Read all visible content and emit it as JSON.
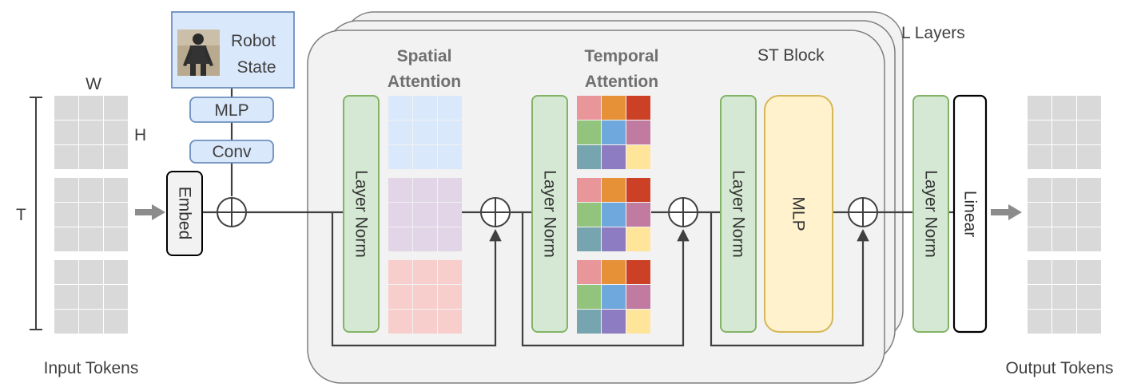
{
  "labels": {
    "w": "W",
    "h": "H",
    "t": "T",
    "input_tokens": "Input Tokens",
    "output_tokens": "Output Tokens",
    "robot_state_line1": "Robot",
    "robot_state_line2": "State",
    "mlp_small": "MLP",
    "conv": "Conv",
    "embed": "Embed",
    "l_layers": "L Layers",
    "st_block": "ST Block",
    "spatial_line1": "Spatial",
    "spatial_line2": "Attention",
    "temporal_line1": "Temporal",
    "temporal_line2": "Attention",
    "layer_norm": "Layer Norm",
    "mlp_big": "MLP",
    "linear": "Linear"
  },
  "colors": {
    "token_cell": "#d9d9d9",
    "layer_norm_fill": "#d5e8d4",
    "layer_norm_stroke": "#82b366",
    "state_fill": "#dae8fc",
    "state_stroke": "#6c8ebf",
    "mlp_fill": "#fff2cc",
    "mlp_stroke": "#d6b656",
    "block_fill": "#f2f2f2",
    "block_stroke": "#7f7f7f",
    "spatial_grid_1": "#dae8fc",
    "spatial_grid_2": "#e1d5e7",
    "spatial_grid_3": "#f8cecc",
    "temporal_palette": [
      "#e8969a",
      "#e69138",
      "#cc4125",
      "#93c47d",
      "#6fa8dc",
      "#c27ba0",
      "#76a5af",
      "#8e7cc3",
      "#ffe599"
    ]
  }
}
